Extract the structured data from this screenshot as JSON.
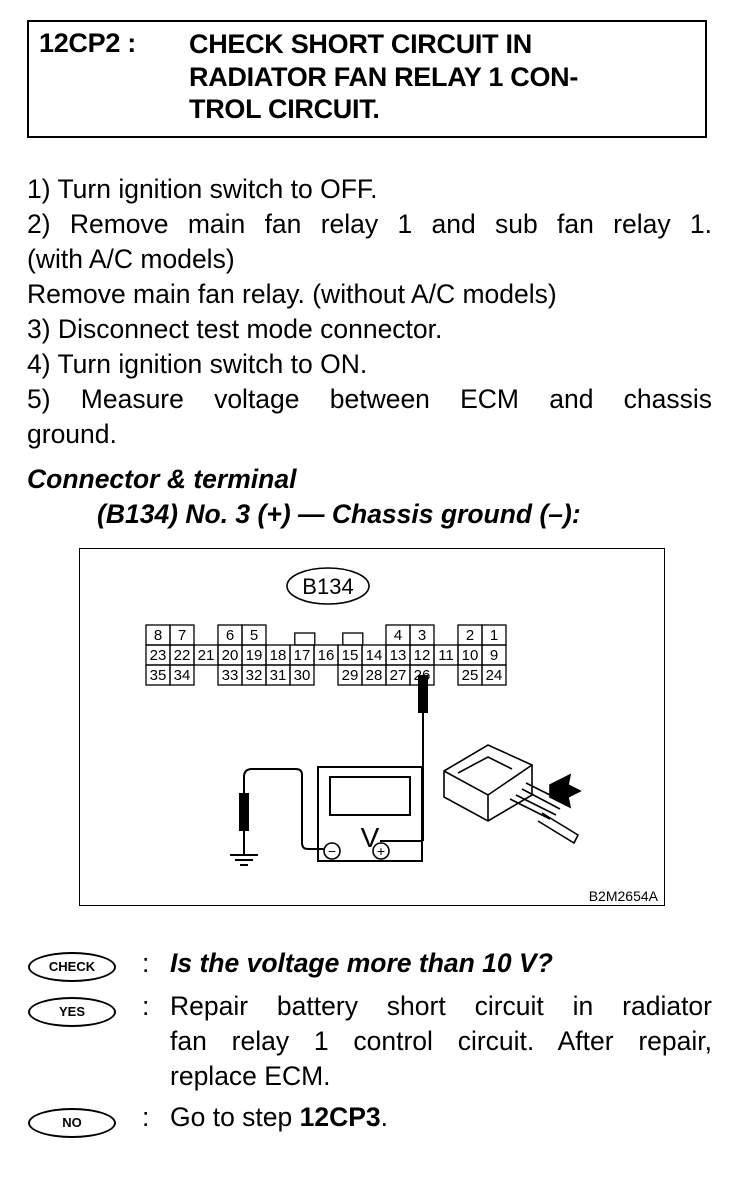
{
  "header": {
    "step_id": "12CP2 :",
    "title_lines": [
      "CHECK SHORT CIRCUIT IN",
      "RADIATOR FAN RELAY 1 CON-",
      "TROL CIRCUIT."
    ]
  },
  "steps": [
    "1)  Turn ignition switch to OFF.",
    "2)  Remove main fan relay 1 and sub fan relay 1.",
    "(with A/C models)",
    "Remove main fan relay. (without A/C models)",
    "3)  Disconnect test mode connector.",
    "4)  Turn ignition switch to ON.",
    "5)  Measure voltage between ECM and chassis",
    "ground."
  ],
  "connector_section": {
    "heading": "Connector & terminal",
    "subheading": "(B134) No. 3 (+) — Chassis ground (–):"
  },
  "figure": {
    "connector_label": "B134",
    "figure_code": "B2M2654A",
    "top_row_pins": [
      "8",
      "7",
      "6",
      "5",
      "4",
      "3",
      "2",
      "1"
    ],
    "middle_row_pins": [
      "23",
      "22",
      "21",
      "20",
      "19",
      "18",
      "17",
      "16",
      "15",
      "14",
      "13",
      "12",
      "11",
      "10",
      "9"
    ],
    "bottom_row_pins": [
      "35",
      "34",
      "33",
      "32",
      "31",
      "30",
      "29",
      "28",
      "27",
      "26",
      "25",
      "24"
    ],
    "meter_label": "V",
    "minus_symbol": "−",
    "plus_symbol": "+"
  },
  "check": {
    "badge": "CHECK",
    "colon": ":",
    "question": "Is the voltage more than 10 V?"
  },
  "yes": {
    "badge": "YES",
    "colon": ":",
    "lines": [
      "Repair battery short circuit in radiator",
      "fan relay 1 control circuit. After repair,",
      "replace ECM."
    ]
  },
  "no": {
    "badge": "NO",
    "colon": ":",
    "prefix": "Go to step ",
    "target": "12CP3",
    "suffix": "."
  }
}
